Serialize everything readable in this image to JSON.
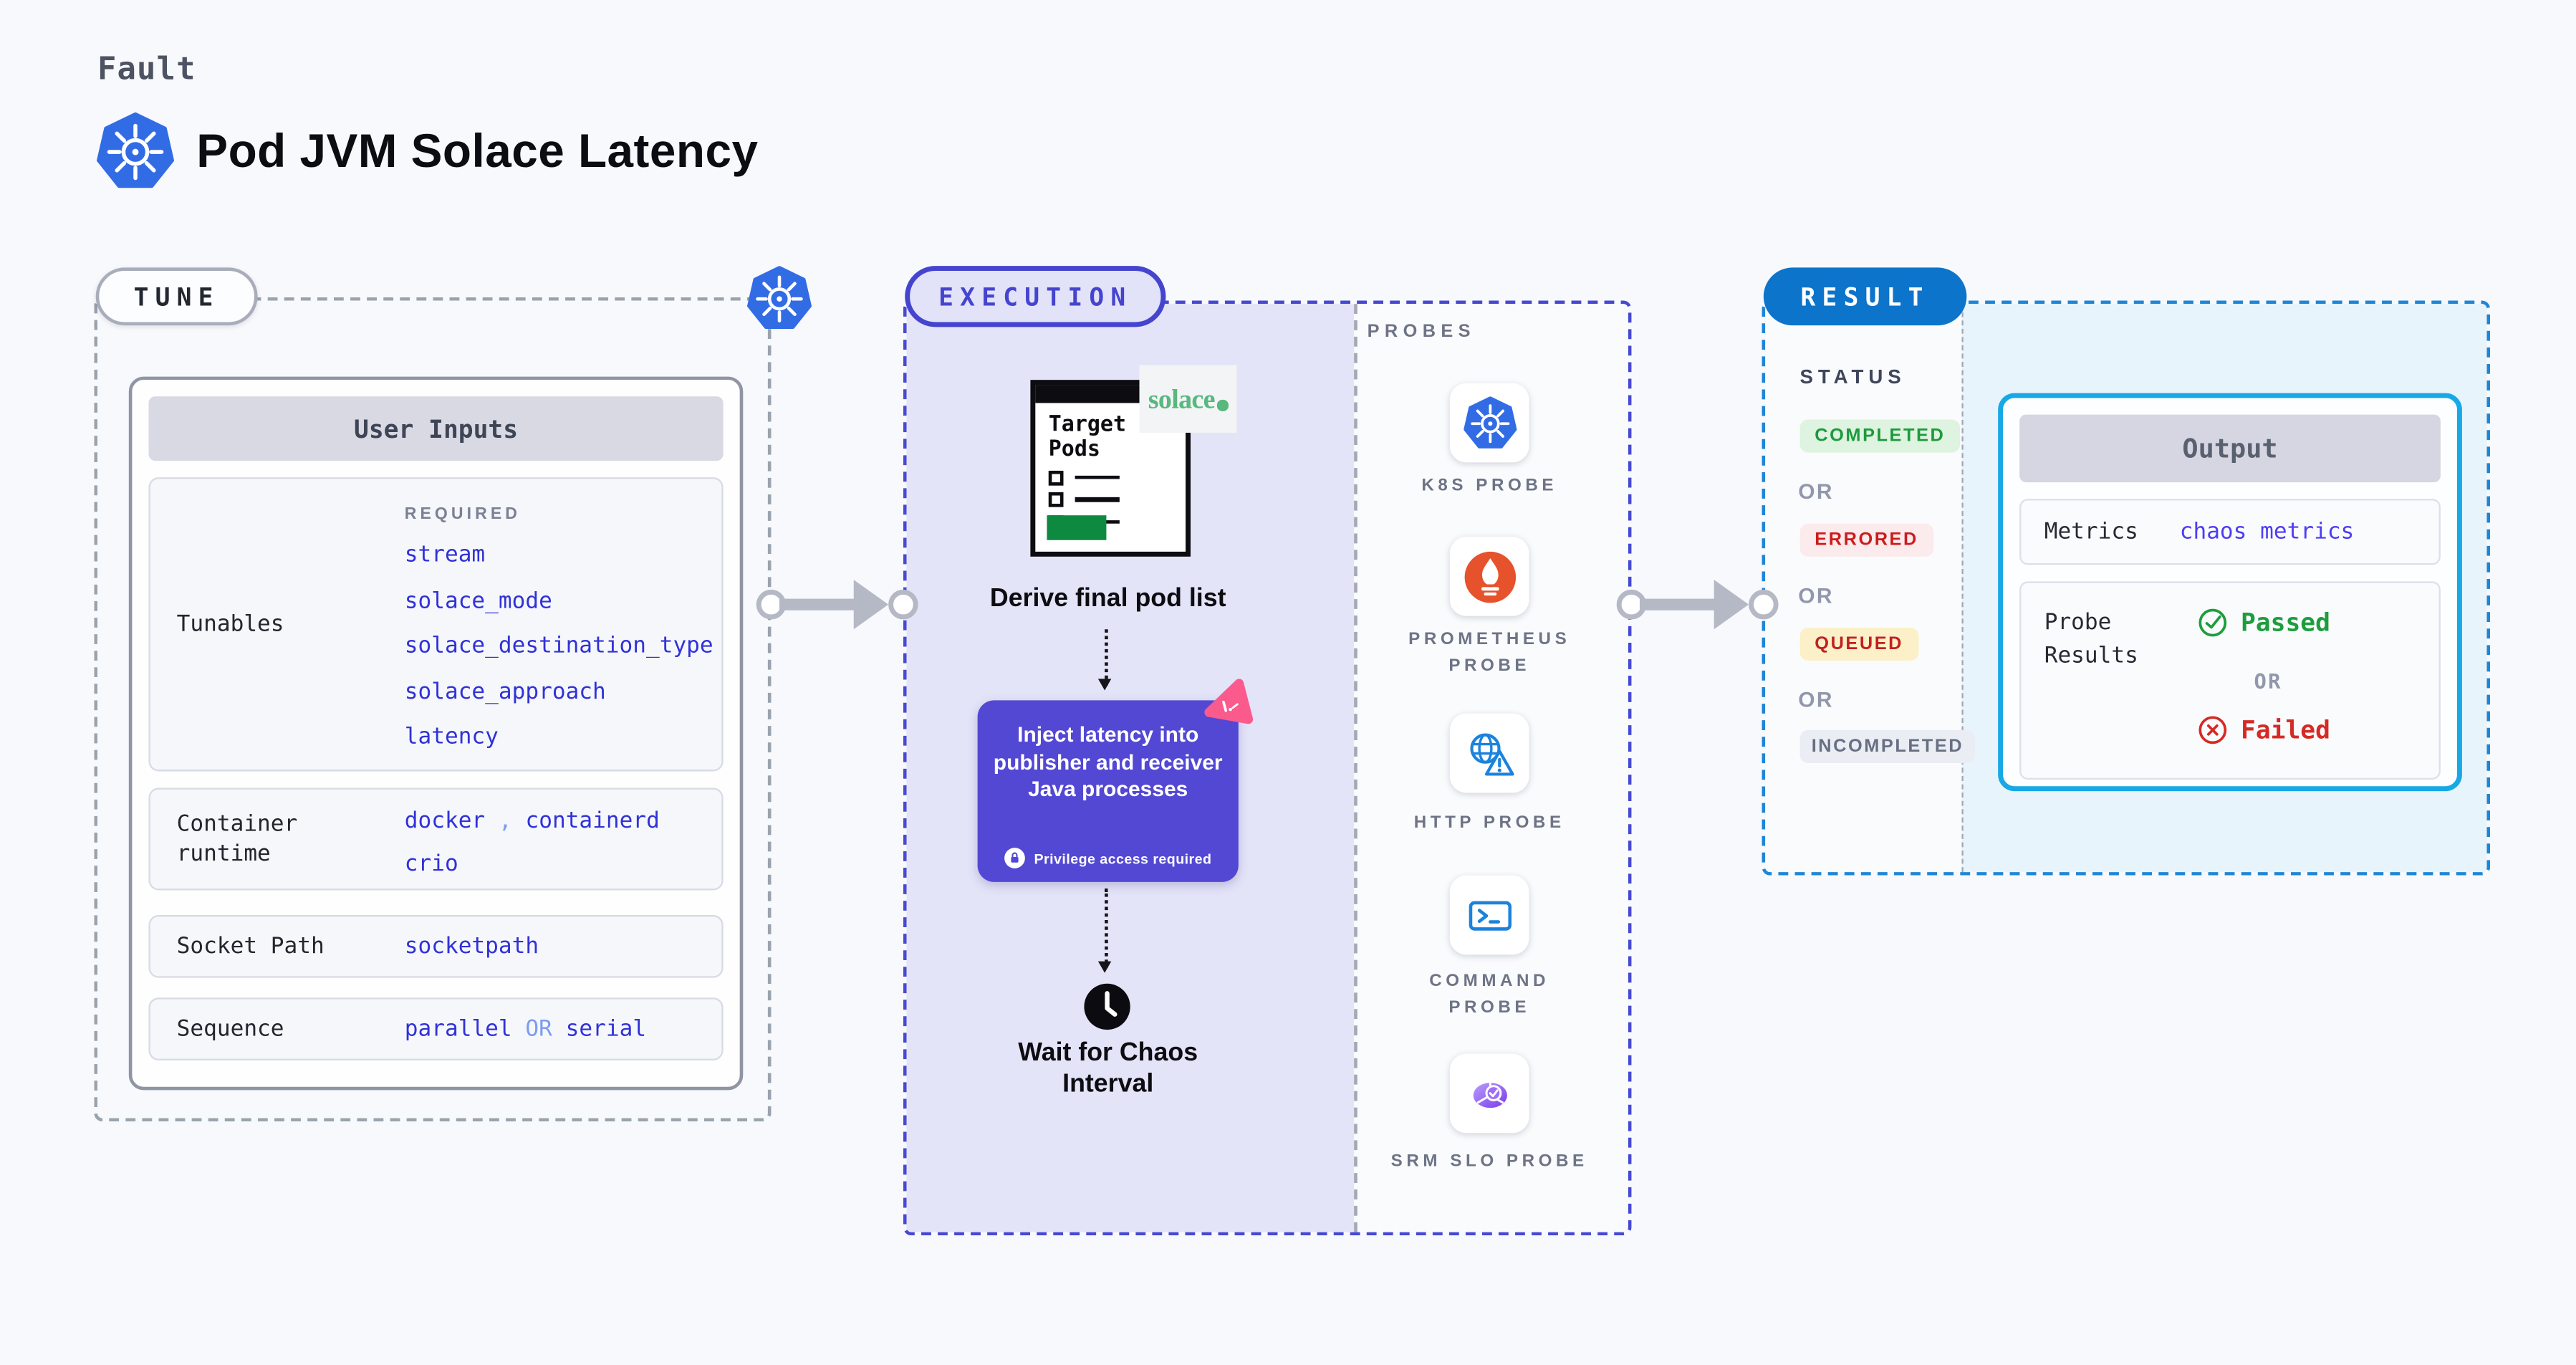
{
  "header": {
    "eyebrow": "Fault",
    "title": "Pod JVM Solace Latency"
  },
  "tune": {
    "label": "TUNE",
    "card_title": "User Inputs",
    "tunables": {
      "label": "Tunables",
      "required": "REQUIRED",
      "values": [
        "stream",
        "solace_mode",
        "solace_destination_type",
        "solace_approach",
        "latency"
      ]
    },
    "container_runtime": {
      "label": "Container runtime",
      "value1": "docker",
      "comma": ",",
      "value2": "containerd",
      "value3": "crio"
    },
    "socket_path": {
      "label": "Socket Path",
      "value": "socketpath"
    },
    "sequence": {
      "label": "Sequence",
      "value1": "parallel",
      "or": "OR",
      "value2": "serial"
    }
  },
  "execution": {
    "label": "EXECUTION",
    "target_pods_title": "Target Pods",
    "solace_text": "solace",
    "derive_label": "Derive final pod list",
    "inject_text": "Inject latency into publisher and receiver Java processes",
    "inject_badge": "Privilege access required",
    "wait_label": "Wait for Chaos Interval"
  },
  "probes": {
    "label": "PROBES",
    "items": [
      {
        "icon": "kubernetes-icon",
        "label": "K8S PROBE"
      },
      {
        "icon": "prometheus-icon",
        "label": "PROMETHEUS PROBE"
      },
      {
        "icon": "globe-warning-icon",
        "label": "HTTP PROBE"
      },
      {
        "icon": "terminal-icon",
        "label": "COMMAND PROBE"
      },
      {
        "icon": "slo-gauge-icon",
        "label": "SRM SLO PROBE"
      }
    ]
  },
  "result": {
    "label": "RESULT",
    "status": {
      "heading": "STATUS",
      "or_label": "OR",
      "badges": [
        "COMPLETED",
        "ERRORED",
        "QUEUED",
        "INCOMPLETED"
      ]
    },
    "output": {
      "title": "Output",
      "metrics": {
        "label": "Metrics",
        "value": "chaos metrics"
      },
      "probe_results": {
        "label": "Probe Results",
        "passed": "Passed",
        "or": "OR",
        "failed": "Failed"
      }
    }
  },
  "colors": {
    "page_bg": "#f8f9fc",
    "lavender_bg": "#e4e4f8",
    "execution_accent": "#4544cf",
    "result_pill_blue": "#0d74cb",
    "result_border_blue": "#1e86d8",
    "cyan_bg": "#e7f4fb",
    "output_border_cyan": "#17a8e6",
    "tune_value_blue": "#3032d8",
    "light_value_blue": "#7d9bf3",
    "metrics_value_blue": "#4d3df2",
    "inject_bg": "#5348d4",
    "passed_green": "#1d9d3e",
    "failed_red": "#d62a24",
    "kubernetes_blue": "#326ce5",
    "prometheus_orange": "#e6522c",
    "probe_icon_blue": "#1b82dd",
    "srm_purple": "#7a3aec",
    "litmus_pink": "#fb5a8c",
    "solace_green": "#58b87e",
    "arrow_gray": "#b5b8c5",
    "target_pods_green": "#0e8a40"
  }
}
